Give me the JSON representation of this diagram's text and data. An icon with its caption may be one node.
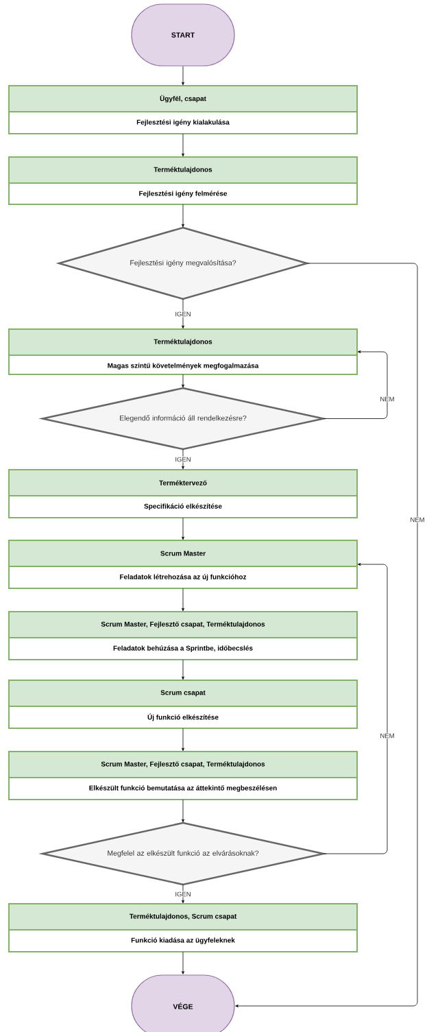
{
  "diagram": {
    "nodes": [
      {
        "text": [
          "START"
        ]
      },
      {
        "text": [
          "Ügyfél, csapat",
          "Fejlesztési igény kialakulása"
        ]
      },
      {
        "text": [
          "Terméktulajdonos",
          "Fejlesztési igény felmérése"
        ]
      },
      {
        "text": [
          "Fejlesztési igény megvalósítása?"
        ]
      },
      {
        "text": [
          "Terméktulajdonos",
          "Magas szintű követelmények megfogalmazása"
        ]
      },
      {
        "text": [
          "Elegendő információ áll rendelkezésre?"
        ]
      },
      {
        "text": [
          "Terméktervező",
          "Specifikáció elkészítése"
        ]
      },
      {
        "text": [
          "Scrum Master",
          "Feladatok létrehozása az új funkcióhoz"
        ]
      },
      {
        "text": [
          "Scrum Master, Fejlesztő csapat, Terméktulajdonos",
          "Feladatok behúzása a Sprintbe, időbecslés"
        ]
      },
      {
        "text": [
          "Scrum csapat",
          "Új funkció elkészítése"
        ]
      },
      {
        "text": [
          "Scrum Master, Fejlesztő csapat, Terméktulajdonos",
          "Elkészült funkció bemutatása az áttekintő megbeszélésen"
        ]
      },
      {
        "text": [
          "Megfelel az elkészült funkció az elvárásoknak?"
        ]
      },
      {
        "text": [
          "Terméktulajdonos, Scrum csapat",
          "Funkció kiadása az ügyfeleknek"
        ]
      },
      {
        "text": [
          "VÉGE"
        ]
      }
    ],
    "edges": [
      {
        "from": 0,
        "to": 1,
        "arrow": "to"
      },
      {
        "from": 1,
        "to": 2,
        "arrow": "to"
      },
      {
        "from": 2,
        "to": 3,
        "arrow": "to"
      },
      {
        "from": 3,
        "to": 4,
        "arrow": "to",
        "label": "IGEN"
      },
      {
        "from": 3,
        "to": 13,
        "arrow": "to",
        "label": "NEM"
      },
      {
        "from": 4,
        "to": 5,
        "arrow": "to"
      },
      {
        "from": 5,
        "to": 4,
        "arrow": "to",
        "label": "NEM"
      },
      {
        "from": 5,
        "to": 6,
        "arrow": "to",
        "label": "IGEN"
      },
      {
        "from": 6,
        "to": 7,
        "arrow": "to"
      },
      {
        "from": 7,
        "to": 8,
        "arrow": "to"
      },
      {
        "from": 8,
        "to": 9,
        "arrow": "to"
      },
      {
        "from": 9,
        "to": 10,
        "arrow": "to"
      },
      {
        "from": 10,
        "to": 11,
        "arrow": "to"
      },
      {
        "from": 11,
        "to": 7,
        "arrow": "to",
        "label": "NEM"
      },
      {
        "from": 11,
        "to": 12,
        "arrow": "to",
        "label": "IGEN"
      },
      {
        "from": 12,
        "to": 13,
        "arrow": "to"
      }
    ]
  }
}
